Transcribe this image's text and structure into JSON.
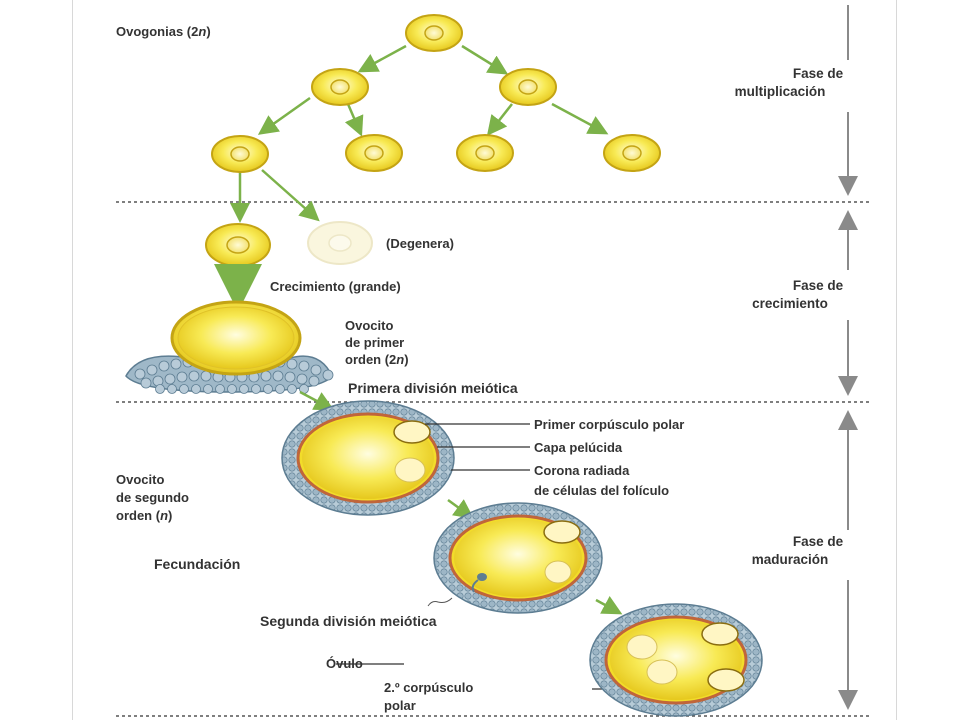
{
  "labels": {
    "ovogonias": "Ovogonias (2",
    "ovogonias_n": "n",
    "ovogonias_close": ")",
    "degenera": "(Degenera)",
    "crecimiento": "Crecimiento (grande)",
    "ovocito1_l1": "Ovocito",
    "ovocito1_l2": "de primer",
    "ovocito1_l3": "orden (2",
    "ovocito1_n": "n",
    "ovocito1_close": ")",
    "primera_division": "Primera división meiótica",
    "primer_corpusculo": "Primer corpúsculo polar",
    "capa_pelucida": "Capa pelúcida",
    "corona_l1": "Corona radiada",
    "corona_l2": "de células del folículo",
    "ovocito2_l1": "Ovocito",
    "ovocito2_l2": "de segundo",
    "ovocito2_l3": "orden (",
    "ovocito2_n": "n",
    "ovocito2_close": ")",
    "fecundacion": "Fecundación",
    "segunda_division": "Segunda división meiótica",
    "ovulo": "Óvulo",
    "segundo_corpusculo_l1": "2.º corpúsculo",
    "segundo_corpusculo_l2": "polar"
  },
  "phases": {
    "multiplicacion_l1": "Fase de",
    "multiplicacion_l2": "multiplicación",
    "crecimiento_l1": "Fase de",
    "crecimiento_l2": "crecimiento",
    "maduracion_l1": "Fase de",
    "maduracion_l2": "maduración"
  },
  "colors": {
    "cell_fill": "#f2dc2a",
    "cell_stroke": "#c4a414",
    "cell_inner": "#fff6b8",
    "arrow": "#7cb24a",
    "divider": "#555555",
    "phase_arrow": "#8a8a8a",
    "corona": "#9fb8c8",
    "corona_edge": "#5d7d92",
    "pelucida": "#c0653a"
  }
}
